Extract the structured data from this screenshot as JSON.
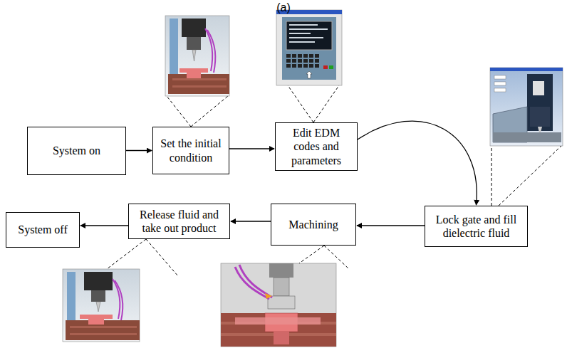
{
  "diagram": {
    "title": "(a)",
    "nodes": [
      {
        "text": [
          "System on"
        ]
      },
      {
        "text": [
          "Set the initial condition"
        ]
      },
      {
        "text": [
          "Edit EDM codes and parameters"
        ]
      },
      {
        "text": [
          "Lock gate and fill dielectric fluid"
        ]
      },
      {
        "text": [
          "Machining"
        ]
      },
      {
        "text": [
          "Release fluid and take out product"
        ]
      },
      {
        "text": [
          "System off"
        ]
      }
    ],
    "edges": [
      {
        "from": 0,
        "to": 1,
        "arrow": "to"
      },
      {
        "from": 1,
        "to": 2,
        "arrow": "to"
      },
      {
        "from": 2,
        "to": 3,
        "arrow": "to"
      },
      {
        "from": 3,
        "to": 4,
        "arrow": "to"
      },
      {
        "from": 4,
        "to": 5,
        "arrow": "to"
      },
      {
        "from": 5,
        "to": 6,
        "arrow": "to"
      }
    ]
  }
}
